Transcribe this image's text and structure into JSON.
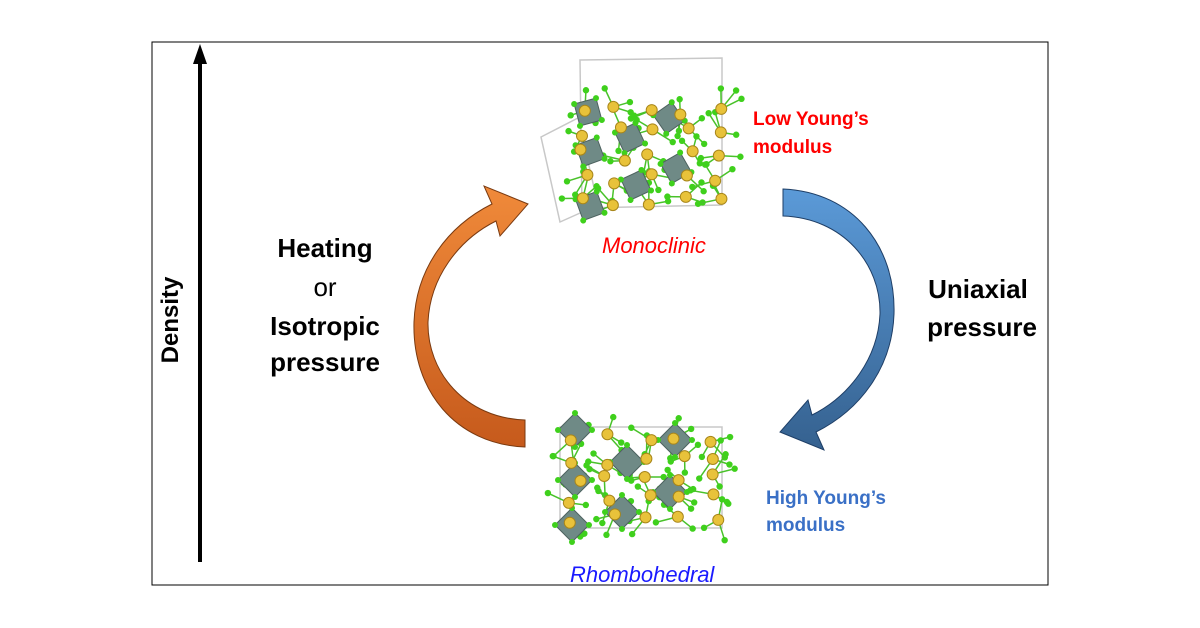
{
  "axis": {
    "label": "Density"
  },
  "left_process": {
    "line1": "Heating",
    "line2": "or",
    "line3": "Isotropic",
    "line4": "pressure"
  },
  "right_process": {
    "line1": "Uniaxial",
    "line2": "pressure"
  },
  "monoclinic": {
    "name": "Monoclinic",
    "property_line1": "Low Young’s",
    "property_line2": "modulus"
  },
  "rhombohedral": {
    "name": "Rhombohedral",
    "property_line1": "High Young’s",
    "property_line2": "modulus"
  },
  "colors": {
    "low": "#ff0000",
    "high": "#3a70c6",
    "mono_name": "#ff0000",
    "rhombo_name": "#1a1aff",
    "orange": "#e4742a",
    "blue": "#3f73a8"
  }
}
